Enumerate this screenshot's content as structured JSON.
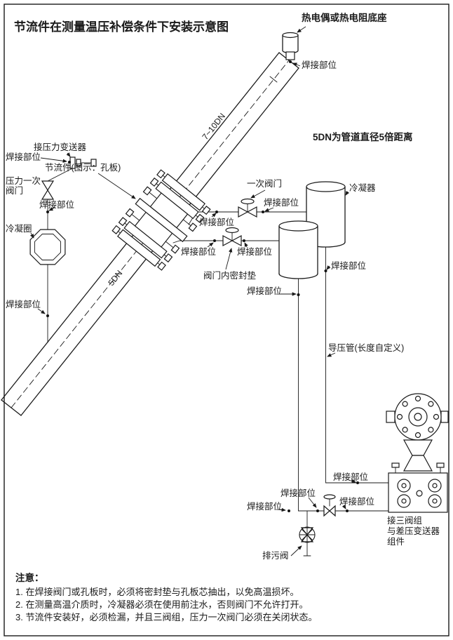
{
  "colors": {
    "ink": "#1a1a1a",
    "background": "#ffffff"
  },
  "title": "节流件在测量温压补偿条件下安装示意图",
  "annotations": {
    "thermocouple": "热电偶或热电阻底座",
    "weld": "焊接部位",
    "dim_7_10dn": "7~10DN",
    "dim_5dn": "5DN",
    "dn_note": "5DN为管道直径5倍距离",
    "pressure_transmitter": "接压力变送器",
    "throttle": "节流件(图示：孔板)",
    "primary_pressure_valve_1": "压力一次",
    "primary_pressure_valve_2": "阀门",
    "condensing_ring": "冷凝圈",
    "primary_valve": "一次阀门",
    "condenser": "冷凝器",
    "valve_gasket": "阀门内密封垫",
    "impulse_pipe": "导压管(长度自定义)",
    "manifold_1": "接三阀组",
    "manifold_2": "与差压变送器",
    "manifold_3": "组件",
    "drain_valve": "排污阀"
  },
  "notes": {
    "heading": "注意：",
    "line1": "1. 在焊接阀门或孔板时，必须将密封垫与孔板芯抽出，以免高温损坏。",
    "line2": "2. 在测量高温介质时，冷凝器必须在使用前注水，否则阀门不允许打开。",
    "line3": "3. 节流件安装好，必须检漏，并且三阀组，压力一次阀门必须在关闭状态。"
  }
}
